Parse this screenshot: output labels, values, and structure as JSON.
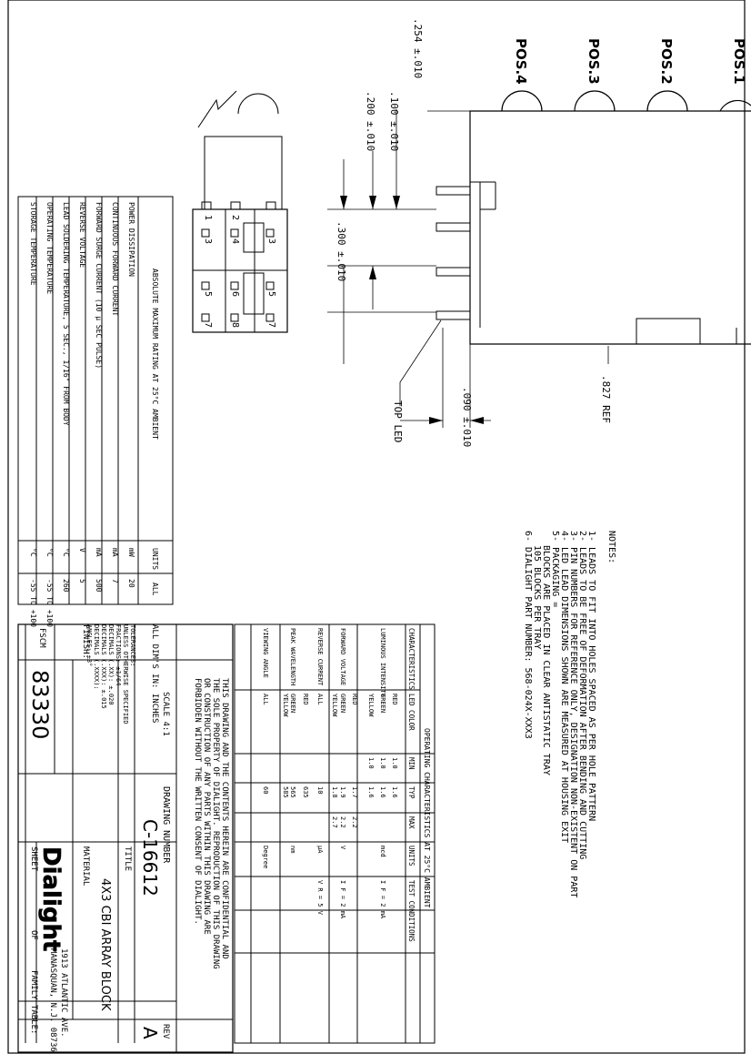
{
  "positions": [
    "POS.4",
    "POS.3",
    "POS.2",
    "POS.1"
  ],
  "dimensions": {
    "d254": ".254 ±.010",
    "d100": ".100 ±.010",
    "d200": ".200 ±.010",
    "d300": ".300 ±.010",
    "d827": ".827 REF",
    "d090": ".090 ±.010",
    "top_led": "TOP LED"
  },
  "pins": [
    "1",
    "2",
    "3",
    "4",
    "5",
    "6",
    "7",
    "8",
    "3",
    "5",
    "7"
  ],
  "notes": {
    "title": "NOTES:",
    "lines": [
      "1- LEADS TO FIT INTO HOLES SPACED AS PER HOLE PATTERN",
      "2- LEADS TO BE FREE OF DEFORMATION AFTER BENDING AND CUTTING",
      "3- PIN NUMBERS FOR REFERENCE ONLY, DESIGNATION NON-EXISTENT ON PART",
      "4- LED LEAD DIMENSIONS SHOWN ARE MEASURED AT HOUSING EXIT",
      "5- PACKAGING =",
      "BLOCKS ARE PLACED IN CLEAR ANTISTATIC TRAY",
      "105 BLOCKS PER TRAY",
      "6- DIALIGHT PART NUMBER: 568-024X-XXX3"
    ]
  },
  "abs_table": {
    "title": "ABSOLUTE MAXIMUM RATING AT 25°C AMBIENT",
    "units_header": "UNITS",
    "value_header": "ALL",
    "rows": [
      {
        "label": "POWER DISSIPATION",
        "unit": "mW",
        "value": "20"
      },
      {
        "label": "CONTINUOUS FORWARD CURRENT",
        "unit": "mA",
        "value": "7"
      },
      {
        "label": "FORWARD SURGE CURRENT (10 µ SEC PULSE)",
        "unit": "mA",
        "value": "500"
      },
      {
        "label": "REVERSE VOLTAGE",
        "unit": "V",
        "value": "5"
      },
      {
        "label": "LEAD SOLDERING TEMPERATURE, 5 SEC., 1/16\" FROM BODY",
        "unit": "°C",
        "value": "260"
      },
      {
        "label": "OPERATING TEMPERATURE",
        "unit": "°C",
        "value": "-55 TO +100"
      },
      {
        "label": "STORAGE TEMPERATURE",
        "unit": "°C",
        "value": "-55 TO +100"
      }
    ]
  },
  "op_table": {
    "title": "OPERATING CHARACTERISTICS AT 25°C AMBIENT",
    "headers": [
      "CHARACTERISTICS",
      "LED COLOR",
      "MIN",
      "TYP",
      "MAX",
      "UNITS",
      "TEST CONDITIONS"
    ],
    "rows": [
      {
        "cells": [
          "",
          "RED",
          "1.0",
          "1.6",
          "",
          "",
          ""
        ]
      },
      {
        "cells": [
          "LUMINOUS INTENSITY",
          "GREEN",
          "1.0",
          "1.6",
          "",
          "mcd",
          "I F = 2 mA"
        ]
      },
      {
        "cells": [
          "",
          "YELLOW",
          "1.0",
          "1.6",
          "",
          "",
          ""
        ]
      },
      {
        "cells": [
          "",
          "RED",
          "",
          "1.7",
          "2.2",
          "",
          ""
        ]
      },
      {
        "cells": [
          "FORWARD VOLTAGE",
          "GREEN",
          "",
          "1.9",
          "2.2",
          "V",
          "I F = 2 mA"
        ]
      },
      {
        "cells": [
          "",
          "YELLOW",
          "",
          "1.8",
          "2.7",
          "",
          ""
        ]
      },
      {
        "cells": [
          "REVERSE CURRENT",
          "ALL",
          "",
          "10",
          "",
          "µA",
          "V R = 5 V"
        ]
      },
      {
        "cells": [
          "",
          "RED",
          "",
          "635",
          "",
          "",
          ""
        ]
      },
      {
        "cells": [
          "PEAK WAVELENGTH",
          "GREEN",
          "",
          "565",
          "",
          "nm",
          ""
        ]
      },
      {
        "cells": [
          "",
          "YELLOW",
          "",
          "585",
          "",
          "",
          ""
        ]
      },
      {
        "cells": [
          "VIEWING ANGLE",
          "ALL",
          "",
          "60",
          "",
          "Degree",
          ""
        ]
      }
    ]
  },
  "title_block": {
    "confidential": [
      "THIS DRAWING AND THE CONTENTS HEREIN ARE CONFIDENTIAL AND",
      "THE SOLE PROPERTY OF DIALIGHT. REPRODUCTION OF THIS DRAWING",
      "OR CONSTRUCTION OF ANY PARTS WITHIN THIS DRAWING ARE",
      "FORBIDDEN WITHOUT THE WRITTEN CONSENT OF DIALIGHT."
    ],
    "scale": "SCALE 4:1",
    "all_dims": "ALL DIM'S IN: INCHES",
    "tolerances": [
      "TOLERANCES:",
      "UNLESS OTHERWISE SPECIFIED",
      "FRACTIONS: ±1/64",
      "DECIMALS (.XX): ±.020",
      "DECIMALS (.XXX): ±.015",
      "DECIMALS (.XXXX):",
      "ANGLES: ±3°"
    ],
    "finish": "FINISH:",
    "fscm_label": "FSCM",
    "fscm": "83330",
    "drawing_number_label": "DRAWING NUMBER",
    "drawing_number": "C-16612",
    "rev_label": "REV",
    "rev": "A",
    "title_label": "TITLE",
    "title": "4X3 CBI ARRAY BLOCK",
    "material_label": "MATERIAL",
    "logo": "Dialight",
    "address_1": "1913 ATLANTIC AVE.",
    "address_2": "MANASQUAN, N.J. 08736",
    "sheet_label": "SHEET",
    "of_label": "OF",
    "family_table_label": "FAMILY TABLE:"
  }
}
